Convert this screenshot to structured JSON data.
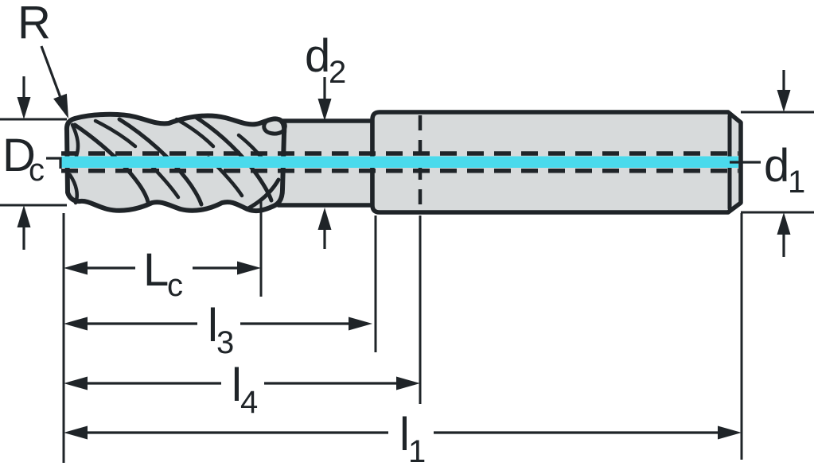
{
  "drawing": {
    "labels": {
      "corner_radius": {
        "main": "R"
      },
      "cutting_diameter": {
        "main": "D",
        "sub": "c"
      },
      "neck_diameter": {
        "main": "d",
        "sub": "2"
      },
      "shank_diameter": {
        "main": "d",
        "sub": "1"
      },
      "cutting_length": {
        "main": "L",
        "sub": "c"
      },
      "length_l3": {
        "main": "l",
        "sub": "3"
      },
      "length_l4": {
        "main": "l",
        "sub": "4"
      },
      "overall_length": {
        "main": "l",
        "sub": "1"
      }
    },
    "colors": {
      "line-dark": "#1F2428",
      "body-gray": "#D7DADB",
      "axis-cyan": "#4ADAEC",
      "background": "#FFFFFF"
    }
  }
}
